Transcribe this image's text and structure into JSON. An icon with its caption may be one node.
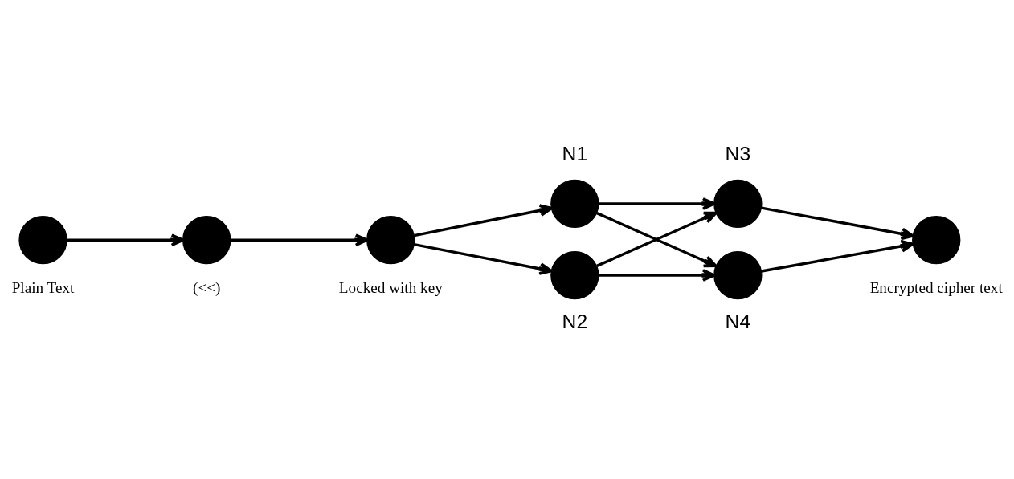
{
  "diagram": {
    "nodes": [
      {
        "text": [],
        "shape": "circle",
        "beside": [
          "Plain Text"
        ]
      },
      {
        "text": [],
        "shape": "circle",
        "beside": [
          "(<<)"
        ]
      },
      {
        "text": [],
        "shape": "circle",
        "beside": [
          "Locked with key"
        ]
      },
      {
        "text": [],
        "shape": "circle",
        "beside": [
          "N1"
        ]
      },
      {
        "text": [],
        "shape": "circle",
        "beside": [
          "N2"
        ]
      },
      {
        "text": [],
        "shape": "circle",
        "beside": [
          "N3"
        ]
      },
      {
        "text": [],
        "shape": "circle",
        "beside": [
          "N4"
        ]
      },
      {
        "text": [],
        "shape": "circle",
        "beside": [
          "Encrypted cipher text"
        ]
      }
    ],
    "edges": [
      {
        "from": 0,
        "to": 1,
        "arrow": "to"
      },
      {
        "from": 1,
        "to": 2,
        "arrow": "to"
      },
      {
        "from": 2,
        "to": 3,
        "arrow": "to"
      },
      {
        "from": 2,
        "to": 4,
        "arrow": "to"
      },
      {
        "from": 3,
        "to": 5,
        "arrow": "to"
      },
      {
        "from": 3,
        "to": 6,
        "arrow": "to"
      },
      {
        "from": 4,
        "to": 5,
        "arrow": "to"
      },
      {
        "from": 4,
        "to": 6,
        "arrow": "to"
      },
      {
        "from": 5,
        "to": 7,
        "arrow": "to"
      },
      {
        "from": 6,
        "to": 7,
        "arrow": "to"
      }
    ]
  }
}
